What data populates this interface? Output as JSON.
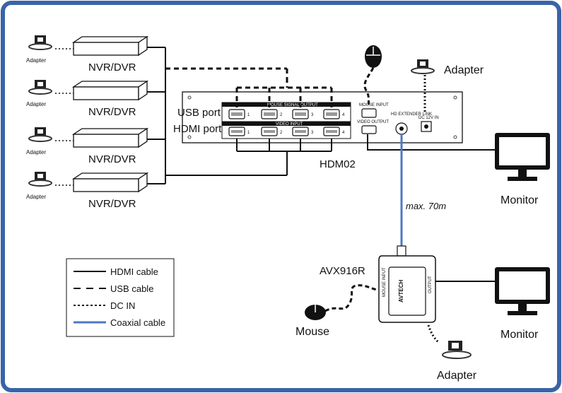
{
  "sources": [
    {
      "adapter_label": "Adapter",
      "device_label": "NVR/DVR"
    },
    {
      "adapter_label": "Adapter",
      "device_label": "NVR/DVR"
    },
    {
      "adapter_label": "Adapter",
      "device_label": "NVR/DVR"
    },
    {
      "adapter_label": "Adapter",
      "device_label": "NVR/DVR"
    }
  ],
  "hdm02": {
    "label": "HDM02",
    "usb_port_label": "USB port",
    "hdmi_port_label": "HDMI port",
    "mouse_signal_output": "MOUSE SIGNAL OUTPUT",
    "video_input": "VIDEO INPUT",
    "mouse_input": "MOUSE INPUT",
    "video_output": "VIDEO OUTPUT",
    "hd_extender_link": "HD EXTENDER LINK",
    "dc_label": "DC 12V IN",
    "port_numbers": [
      "1",
      "2",
      "3",
      "4"
    ]
  },
  "top_adapter_label": "Adapter",
  "distance_label": "max. 70m",
  "avx": {
    "label": "AVX916R",
    "brand": "AVTECH",
    "side_text_left": "MOUSE INPUT",
    "side_text_right": "OUTPUT"
  },
  "monitor_top_label": "Monitor",
  "monitor_bottom_label": "Monitor",
  "mouse_label": "Mouse",
  "bottom_adapter_label": "Adapter",
  "legend": [
    {
      "label": "HDMI cable",
      "style": "solid"
    },
    {
      "label": "USB cable",
      "style": "dashed"
    },
    {
      "label": "DC IN",
      "style": "dotted"
    },
    {
      "label": "Coaxial cable",
      "style": "coax"
    }
  ],
  "colors": {
    "frame_border": "#3a63a8",
    "coax": "#4f78c0",
    "line": "#111111"
  }
}
